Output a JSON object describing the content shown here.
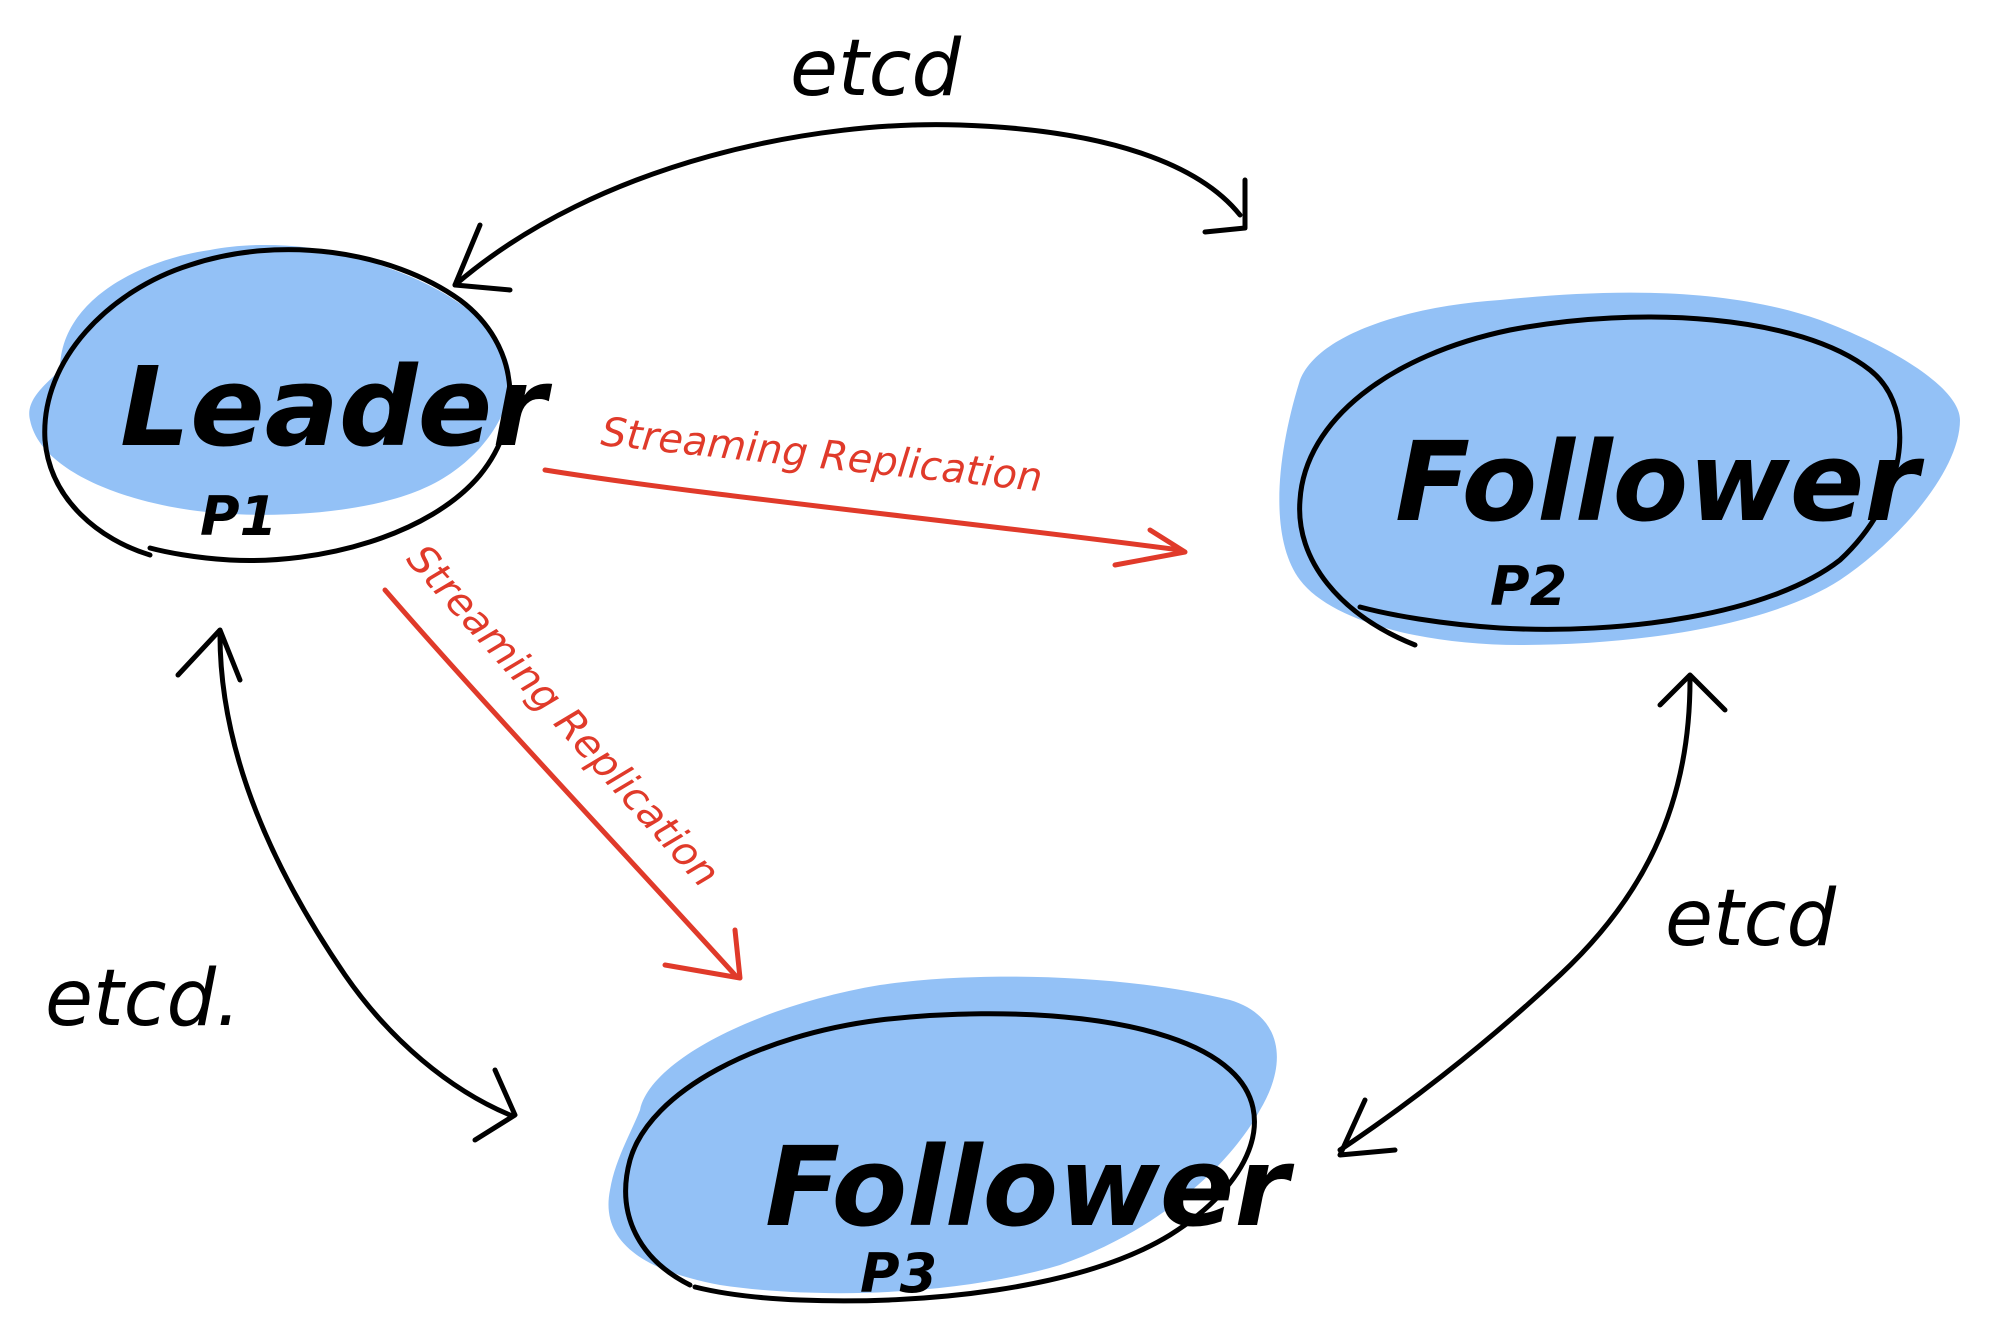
{
  "colors": {
    "node_fill": "#93c1f6",
    "outline": "#000000",
    "replication": "#e03a2a",
    "background": "#ffffff"
  },
  "nodes": {
    "leader": {
      "label": "Leader",
      "sub": "P1"
    },
    "follower_p2": {
      "label": "Follower",
      "sub": "P2"
    },
    "follower_p3": {
      "label": "Follower",
      "sub": "P3"
    }
  },
  "links": {
    "etcd_top": "etcd",
    "etcd_left": "etcd.",
    "etcd_right": "etcd"
  },
  "replication": {
    "to_p2": "Streaming Replication",
    "to_p3": "Streaming Replication"
  }
}
